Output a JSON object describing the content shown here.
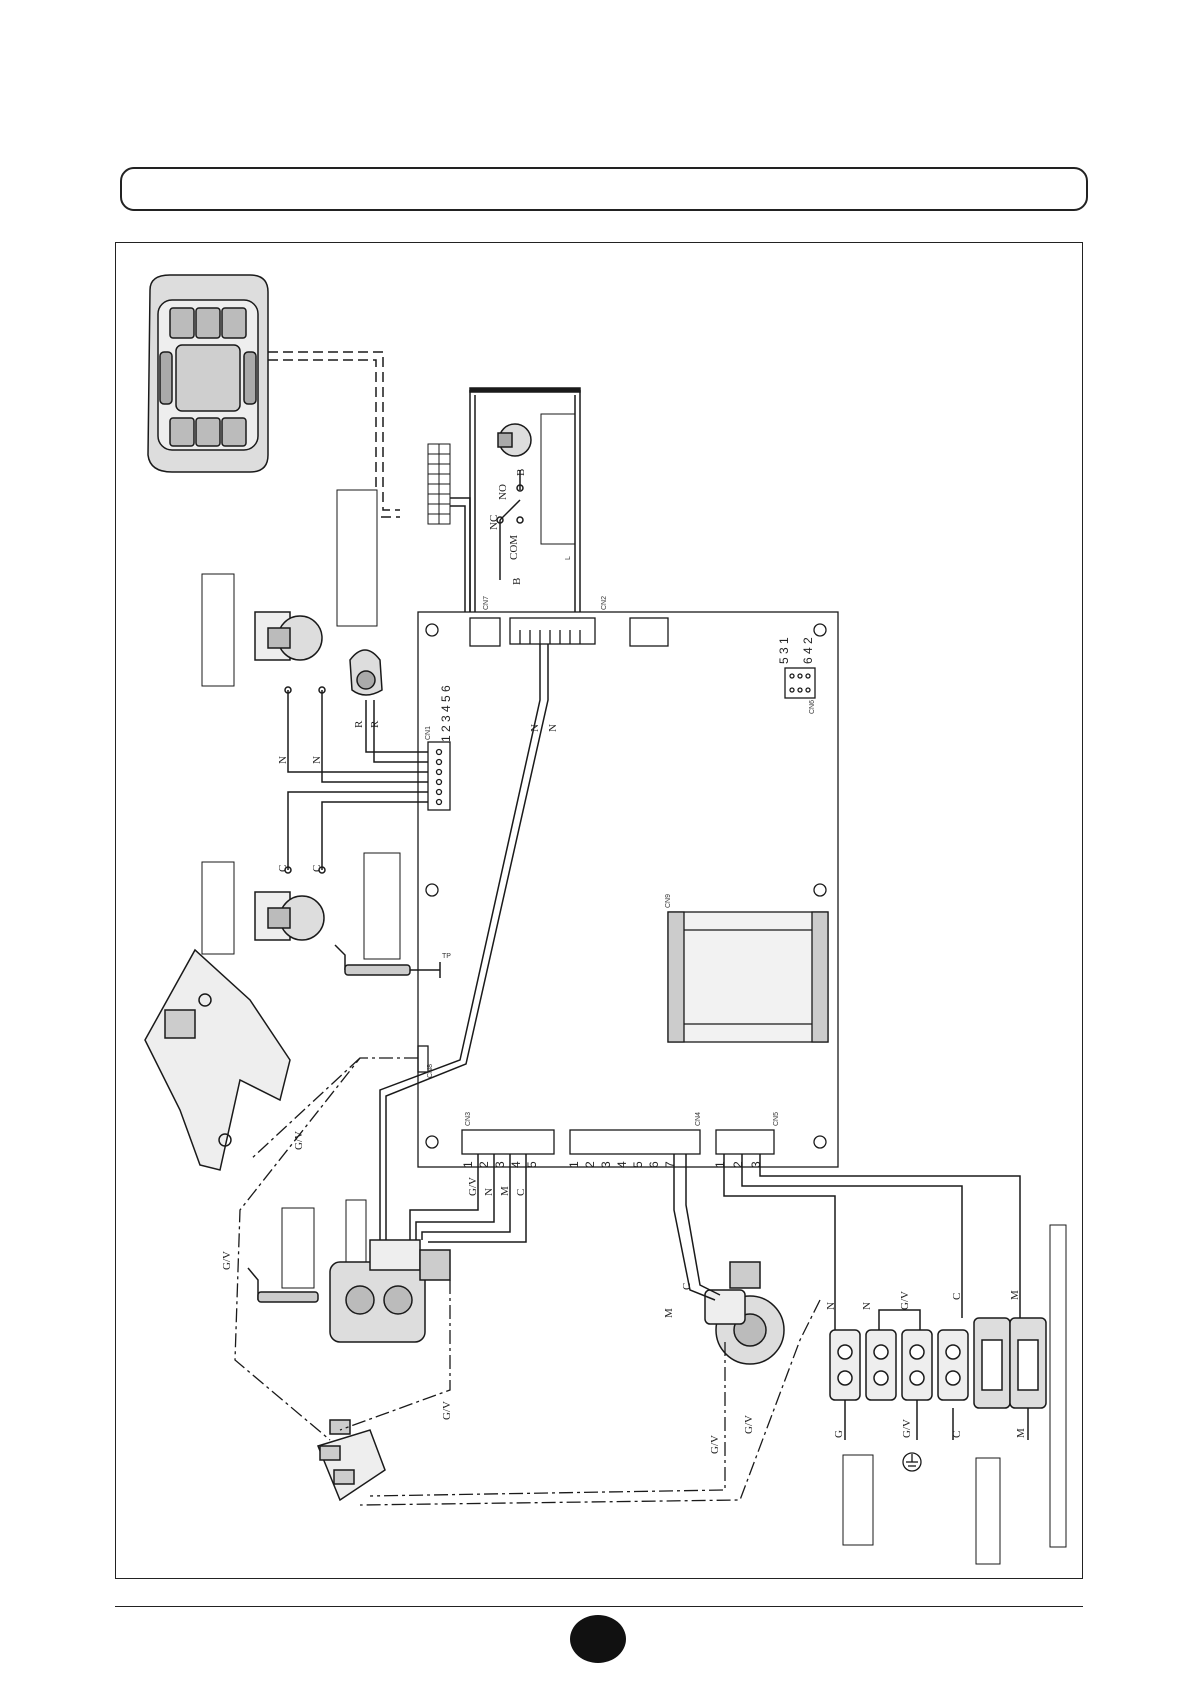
{
  "wires": {
    "n": "N",
    "c": "C",
    "r": "R",
    "b": "B",
    "m": "M",
    "g": "G",
    "gv": "G/V",
    "com": "COM",
    "nc": "NC",
    "no": "NO",
    "tp": "TP",
    "l": "L"
  },
  "connectors": {
    "cn1_pins": "1 2 3 4 5 6",
    "cn6_top": "5 3 1",
    "cn6_bottom": "6 4 2",
    "cn3_pins": [
      "1",
      "2",
      "3",
      "4",
      "5"
    ],
    "cn4_pins": [
      "1",
      "2",
      "3",
      "4",
      "5",
      "6",
      "7"
    ],
    "cn5_pins": [
      "1",
      "2",
      "3"
    ],
    "small_labels": [
      "CN1",
      "CN2",
      "CN3",
      "CN4",
      "CN5",
      "CN6",
      "CN7",
      "CN8",
      "CN9"
    ]
  },
  "colors": {
    "ink": "#1a1a1a",
    "paper": "#ffffff"
  },
  "icons": [
    "remote-control-icon",
    "ground-symbol-icon"
  ]
}
